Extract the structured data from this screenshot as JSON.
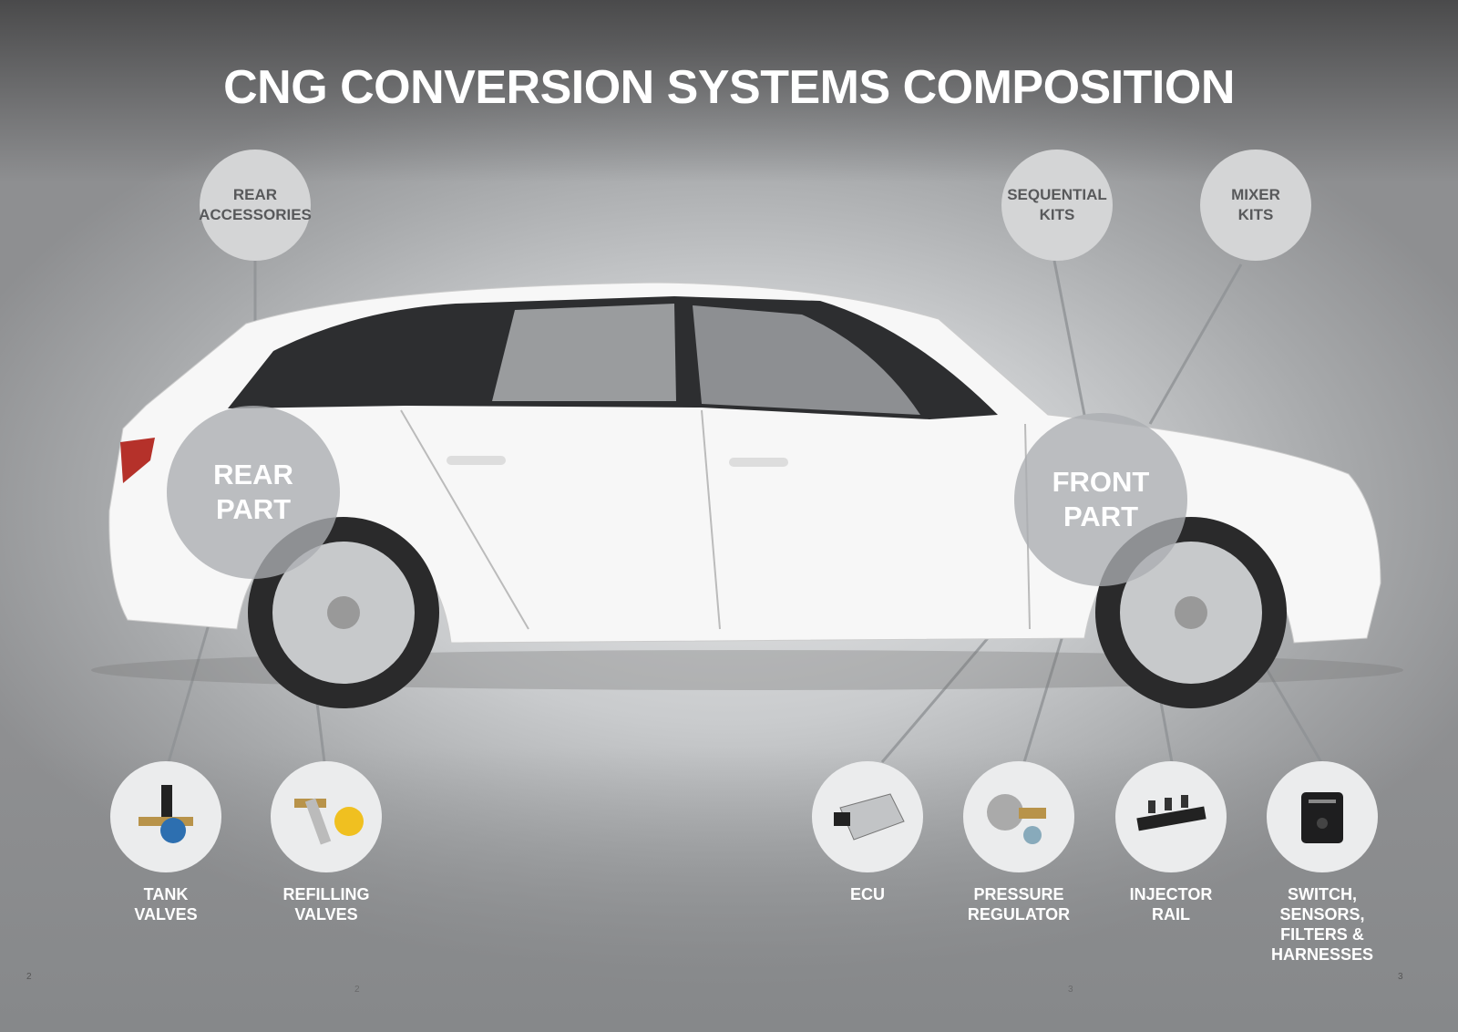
{
  "title": "CNG CONVERSION SYSTEMS COMPOSITION",
  "categories": {
    "rear_accessories": "REAR\nACCESSORIES",
    "sequential_kits": "SEQUENTIAL\nKITS",
    "mixer_kits": "MIXER\nKITS"
  },
  "parts": {
    "rear": "REAR\nPART",
    "front": "FRONT\nPART"
  },
  "components": [
    {
      "label": "TANK\nVALVES",
      "icon": "tank-valve-icon"
    },
    {
      "label": "REFILLING\nVALVES",
      "icon": "refilling-valve-icon"
    },
    {
      "label": "ECU",
      "icon": "ecu-icon"
    },
    {
      "label": "PRESSURE\nREGULATOR",
      "icon": "pressure-regulator-icon"
    },
    {
      "label": "INJECTOR\nRAIL",
      "icon": "injector-rail-icon"
    },
    {
      "label": "SWITCH,\nSENSORS,\nFILTERS &\nHARNESSES",
      "icon": "switch-icon"
    }
  ],
  "page_numbers": [
    "2",
    "2",
    "3",
    "3"
  ]
}
